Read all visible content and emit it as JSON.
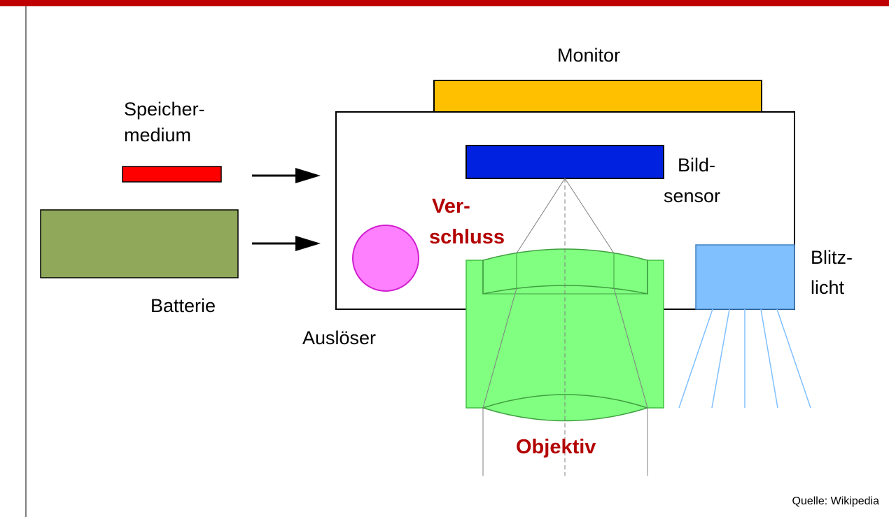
{
  "labels": {
    "monitor": "Monitor",
    "speicher_1": "Speicher-",
    "speicher_2": "medium",
    "batterie": "Batterie",
    "ausloeser": "Auslöser",
    "bild_1": "Bild-",
    "bild_2": "sensor",
    "verschluss_1": "Ver-",
    "verschluss_2": "schluss",
    "blitz_1": "Blitz-",
    "blitz_2": "licht",
    "objektiv": "Objektiv"
  },
  "source": "Quelle: Wikipedia",
  "colors": {
    "header_bar": "#c00000",
    "highlight_text": "#b30000",
    "monitor": "#ffc000",
    "memory_card": "#ff0000",
    "battery": "#8fa85a",
    "sensor": "#0022e0",
    "shutter_button": "#ff80ff",
    "lens": "#80ff80",
    "flash": "#80c0ff"
  }
}
